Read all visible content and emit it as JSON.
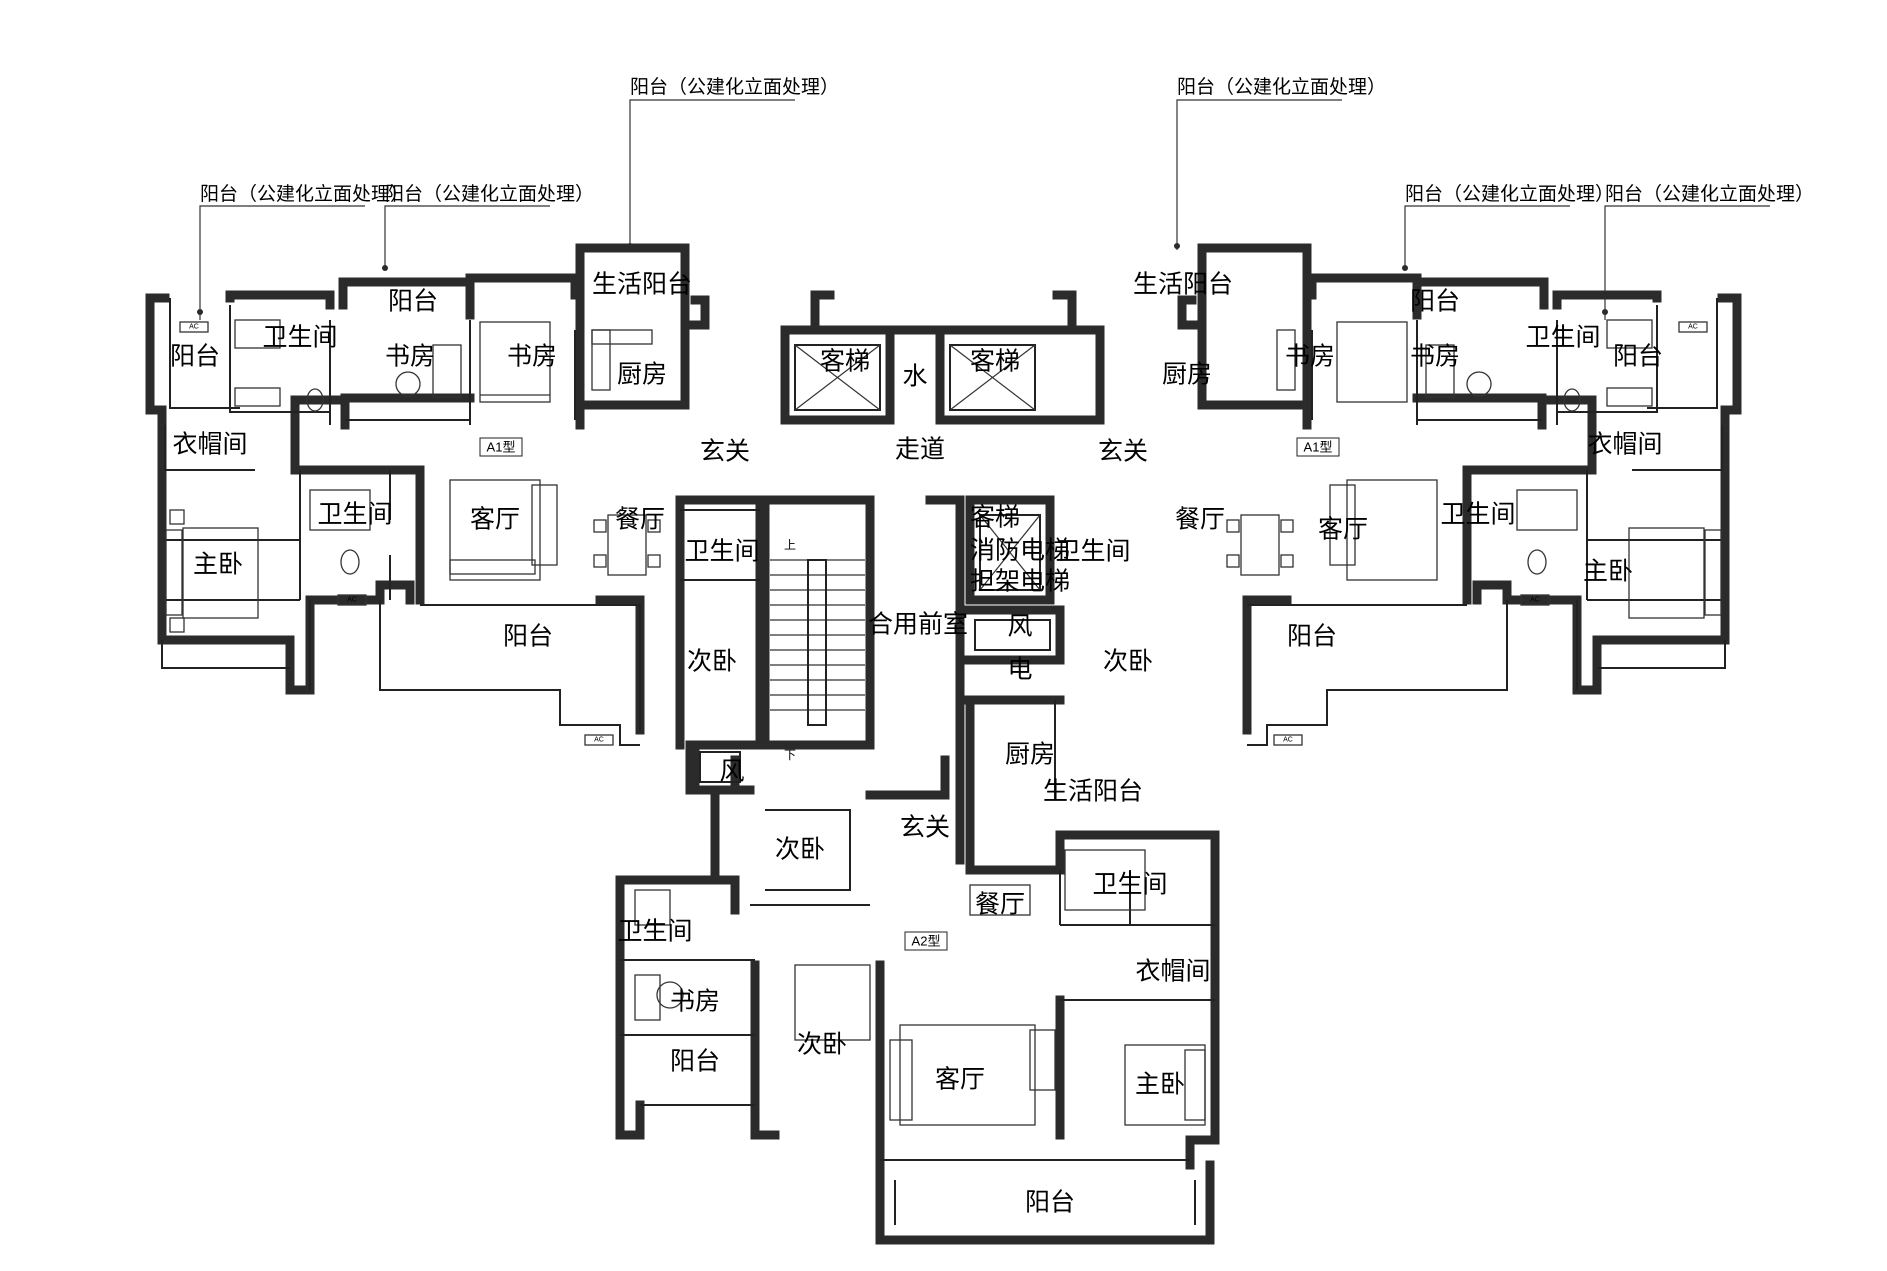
{
  "rooms": {
    "balcony": "阳台",
    "living_balcony": "生活阳台",
    "bathroom": "卫生间",
    "study": "书房",
    "kitchen": "厨房",
    "cloakroom": "衣帽间",
    "master_bedroom": "主卧",
    "living_room": "客厅",
    "dining_room": "餐厅",
    "second_bedroom": "次卧",
    "entrance": "玄关",
    "corridor": "走道",
    "passenger_elevator": "客梯",
    "water": "水",
    "wind": "风",
    "electric": "电",
    "shared_lobby": "合用前室",
    "fire_elevator_line1": "消防电梯",
    "fire_elevator_line2": "担架电梯"
  },
  "annotations": {
    "balcony_facade": "阳台（公建化立面处理）"
  },
  "unit_types": {
    "a1": "A1型",
    "a2": "A2型"
  },
  "equipment": {
    "ac": "AC"
  },
  "stair_marks": {
    "up": "上",
    "down": "下"
  }
}
